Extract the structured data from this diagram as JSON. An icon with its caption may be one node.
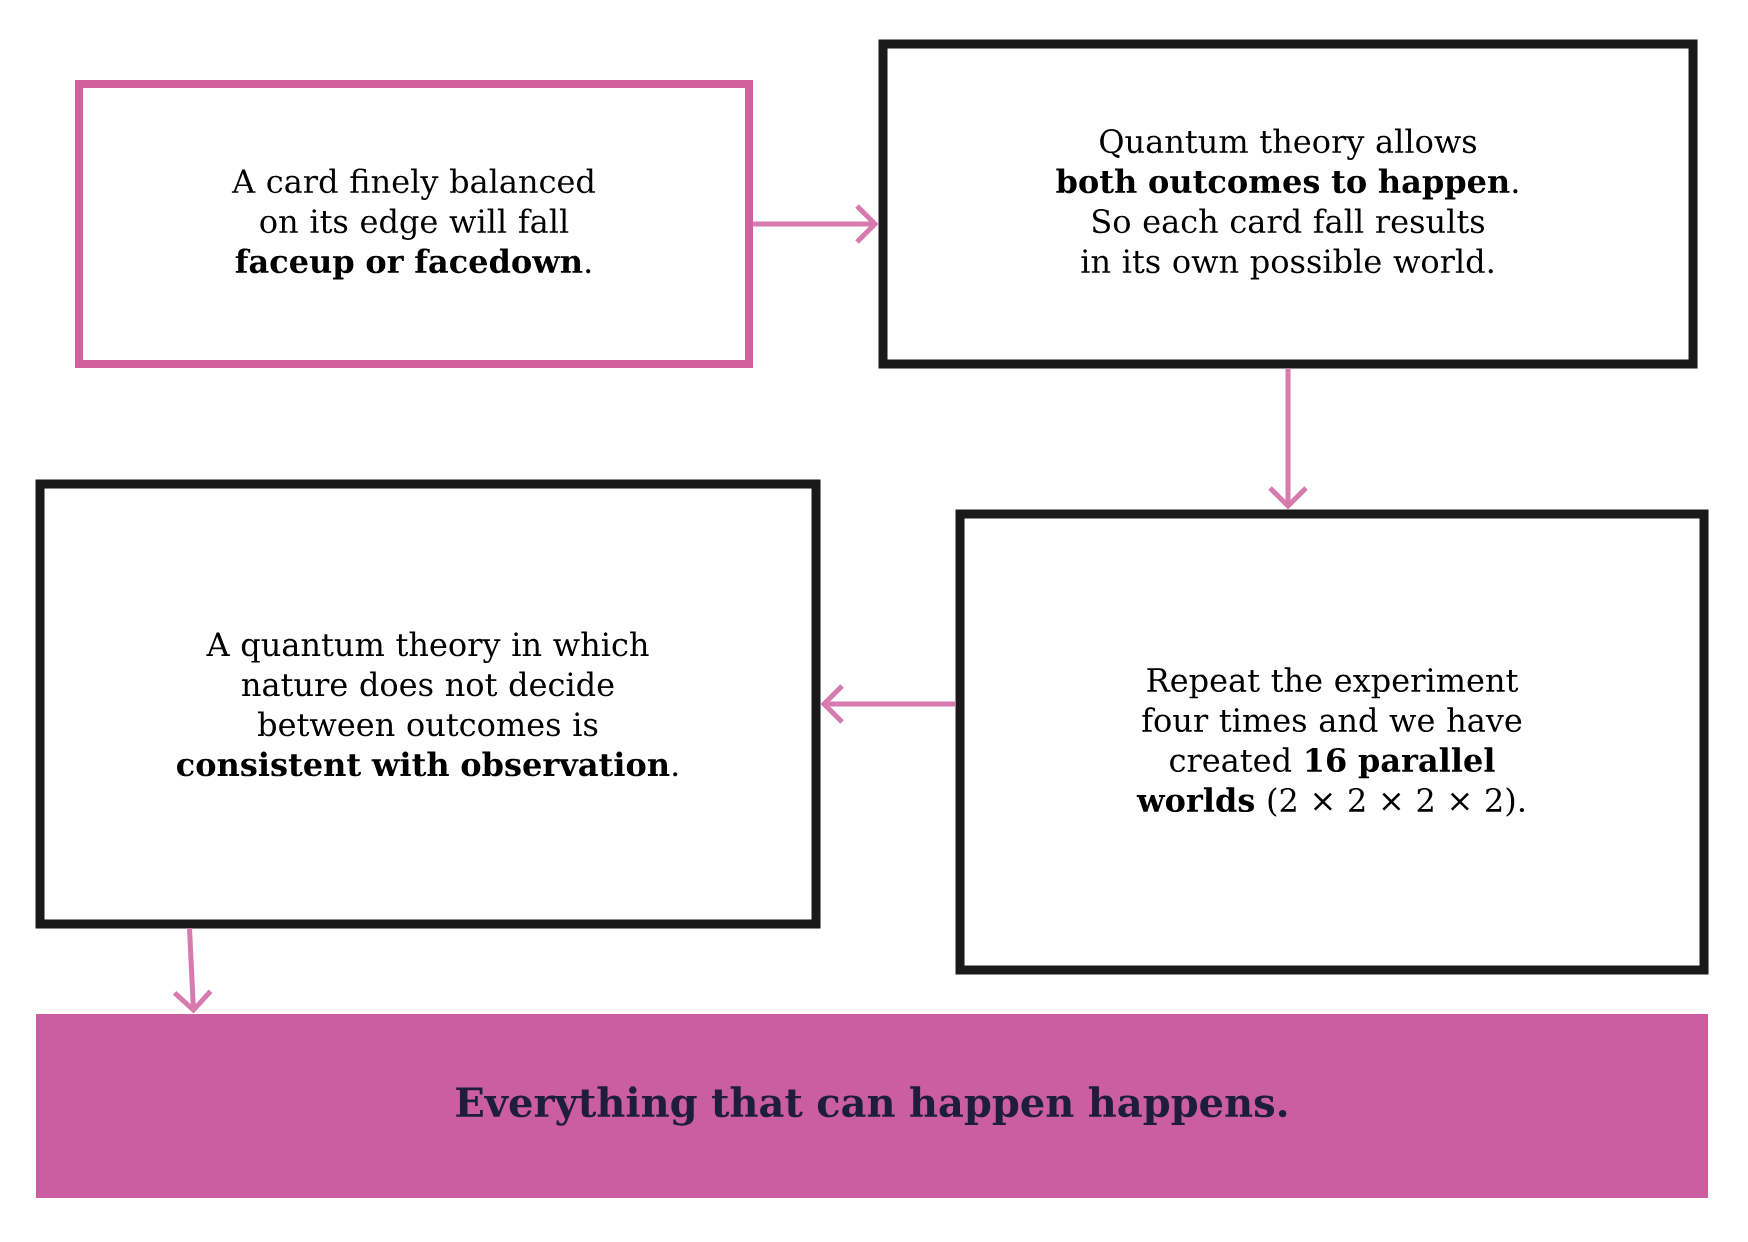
{
  "diagram": {
    "nodes": [
      {
        "text": [
          "A card finely balanced on its edge will fall **faceup or facedown**."
        ]
      },
      {
        "text": [
          "Quantum theory allows **both outcomes to happen**. So each card fall results in its own possible world."
        ]
      },
      {
        "text": [
          "Repeat the experiment four times and we have created **16 parallel worlds** (2 × 2 × 2 × 2)."
        ]
      },
      {
        "text": [
          "A quantum theory in which nature does not decide between outcomes is **consistent with observation**."
        ]
      },
      {
        "text": [
          "Everything that can happen happens."
        ]
      }
    ],
    "edges": [
      {
        "from": 0,
        "to": 1,
        "arrow": "to"
      },
      {
        "from": 1,
        "to": 2,
        "arrow": "to"
      },
      {
        "from": 2,
        "to": 3,
        "arrow": "to"
      },
      {
        "from": 3,
        "to": 4,
        "arrow": "to"
      }
    ]
  }
}
